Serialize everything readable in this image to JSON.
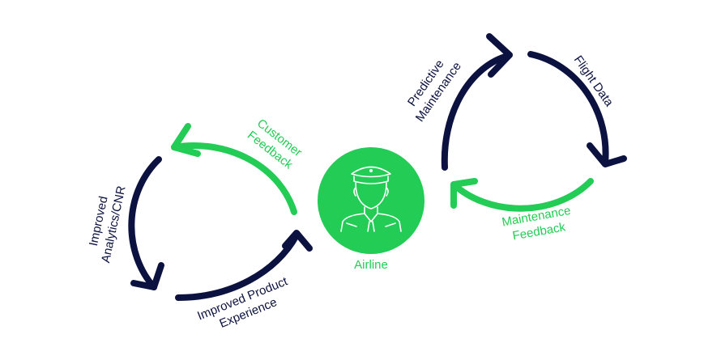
{
  "colors": {
    "navy": "#0b1240",
    "green": "#22cc55",
    "white": "#ffffff"
  },
  "center": {
    "label": "Airline",
    "icon": "pilot-icon"
  },
  "left_cycle": {
    "customer_feedback": [
      "Customer",
      "Feedback"
    ],
    "improved_analytics": [
      "Improved",
      "Analytics/CNR"
    ],
    "improved_product": [
      "Improved Product",
      "Experience"
    ]
  },
  "right_cycle": {
    "predictive_maintenance": [
      "Predictive",
      "Maintenance"
    ],
    "flight_data": [
      "Flight Data"
    ],
    "maintenance_feedback": [
      "Maintenance",
      "Feedback"
    ]
  }
}
